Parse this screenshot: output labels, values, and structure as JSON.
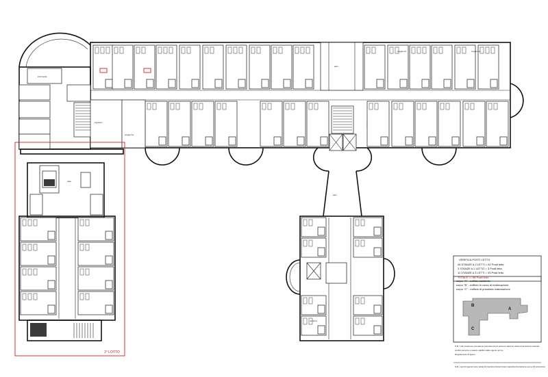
{
  "colors": {
    "wall": "#111111",
    "highlight": "#d42020",
    "key_shade": "#b8b8b8"
  },
  "labels": {
    "wing_highlight": "3° LOTTO",
    "room_infermeria": "infermeria",
    "room_ingresso": "ingresso",
    "room_soggiorno": "soggiorno",
    "room_terrazza": "terrazza"
  },
  "legend": {
    "title": "VERIFICA POSTI LETTO",
    "rows": [
      {
        "text": "26  STANZE A 2 LETTI  = 52 Posti letto",
        "red": false
      },
      {
        "text": " 3  STANZE A 1 LETTO  =  3 Posti letto",
        "red": false
      },
      {
        "text": "11  STANZE A 3 LETTI  = 33 Posti letto",
        "red": false
      },
      {
        "text": "TOTALE  ==  88 Posti letto",
        "red": true
      }
    ]
  },
  "key_plan": {
    "rows": [
      "corpo \"A\" - edificio esistente",
      "corpo \"B\" - edificio in corso di realizzazione",
      "corpo \"C\" - edificio di prossima realizzazione"
    ],
    "letters": [
      "A",
      "B",
      "C"
    ]
  },
  "notes": [
    "N.B.: tutti i locali ove prevedono permanenza di persone saranno dotati di aerazione naturale",
    "conformemente a quanto stabilito dalle vigenti norme",
    "Regolamento di igiene"
  ],
  "footer": "N.B. i servizi igienici sono dotati di ricambio d'aria forzato capacità d'estrazione pari a 15 volumi/ora"
}
